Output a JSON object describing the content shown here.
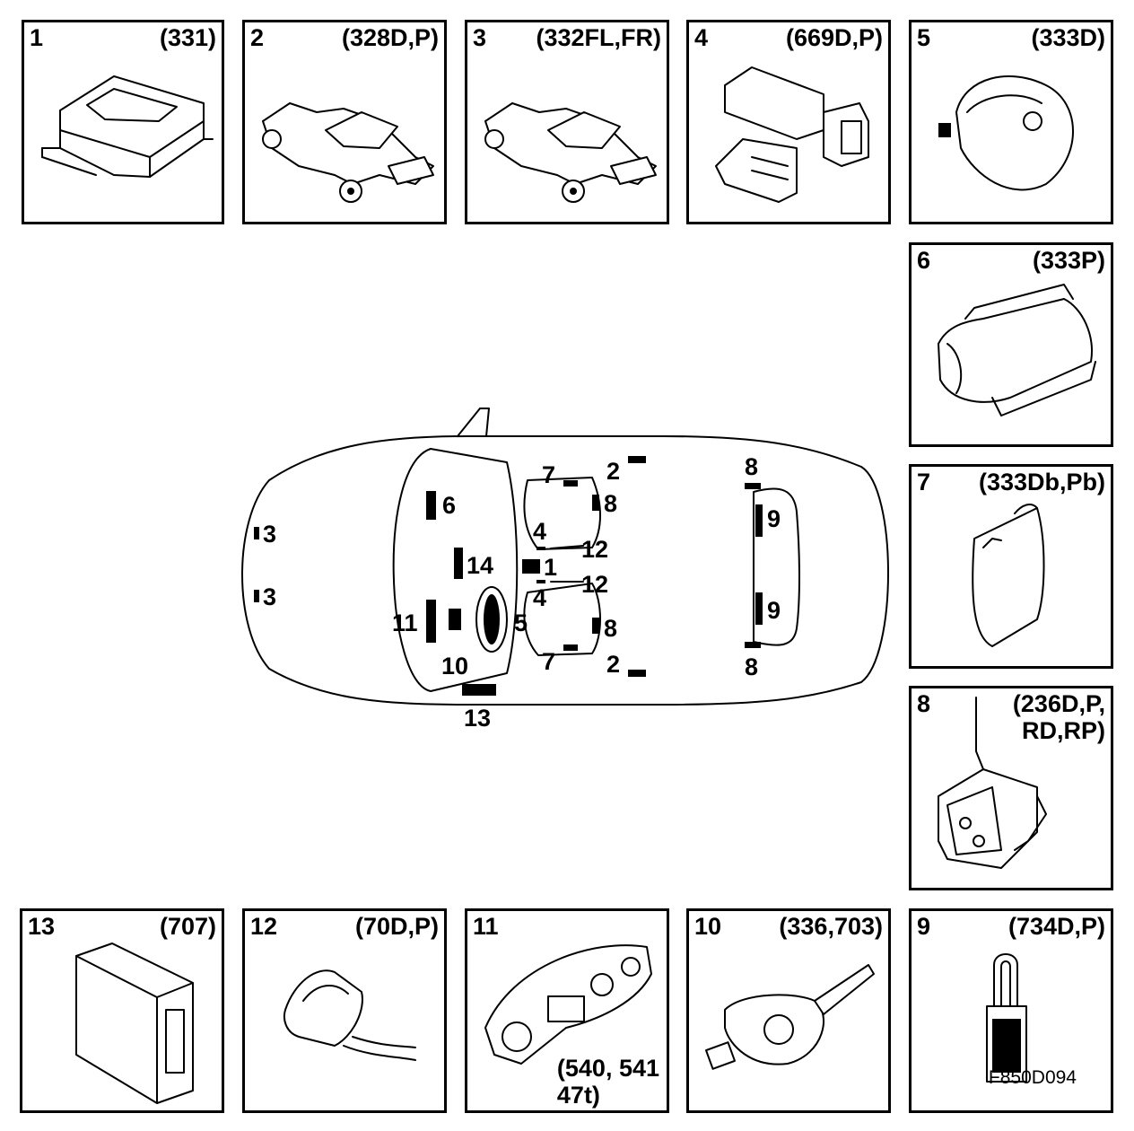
{
  "panels": [
    {
      "num": "1",
      "code": "(331)",
      "icon": "control-module"
    },
    {
      "num": "2",
      "code": "(328D,P)",
      "icon": "crash-sensor"
    },
    {
      "num": "3",
      "code": "(332FL,FR)",
      "icon": "crash-sensor"
    },
    {
      "num": "4",
      "code": "(669D,P)",
      "icon": "side-airbag"
    },
    {
      "num": "5",
      "code": "(333D)",
      "icon": "steering-wheel-airbag"
    },
    {
      "num": "6",
      "code": "(333P)",
      "icon": "passenger-airbag"
    },
    {
      "num": "7",
      "code": "(333Db,Pb)",
      "icon": "knee-airbag"
    },
    {
      "num": "8",
      "code": "(236D,P,\nRD,RP)",
      "icon": "seat-belt-pretensioner"
    },
    {
      "num": "9",
      "code": "(734D,P)",
      "icon": "belt-buckle"
    },
    {
      "num": "10",
      "code": "(336,703)",
      "icon": "steering-clockspring"
    },
    {
      "num": "11",
      "code": "(540, 541\n  47t)",
      "icon": "instrument-cluster"
    },
    {
      "num": "12",
      "code": "(70D,P)",
      "icon": "seat-switch"
    },
    {
      "num": "13",
      "code": "(707)",
      "icon": "connector-module"
    }
  ],
  "car_labels": {
    "l2_top": "2",
    "l2_bottom": "2",
    "l3_a": "3",
    "l3_b": "3",
    "l4_a": "4",
    "l4_b": "4",
    "l5": "5",
    "l6": "6",
    "l7_top": "7",
    "l7_bottom": "7",
    "l8_front_top": "8",
    "l8_front_bottom": "8",
    "l8_rear_top": "8",
    "l8_rear_bottom": "8",
    "l9_a": "9",
    "l9_b": "9",
    "l10": "10",
    "l11": "11",
    "l12_a": "12",
    "l12_b": "12",
    "l13": "13",
    "l14": "14",
    "l1": "1"
  },
  "figure_id": "F850D094"
}
